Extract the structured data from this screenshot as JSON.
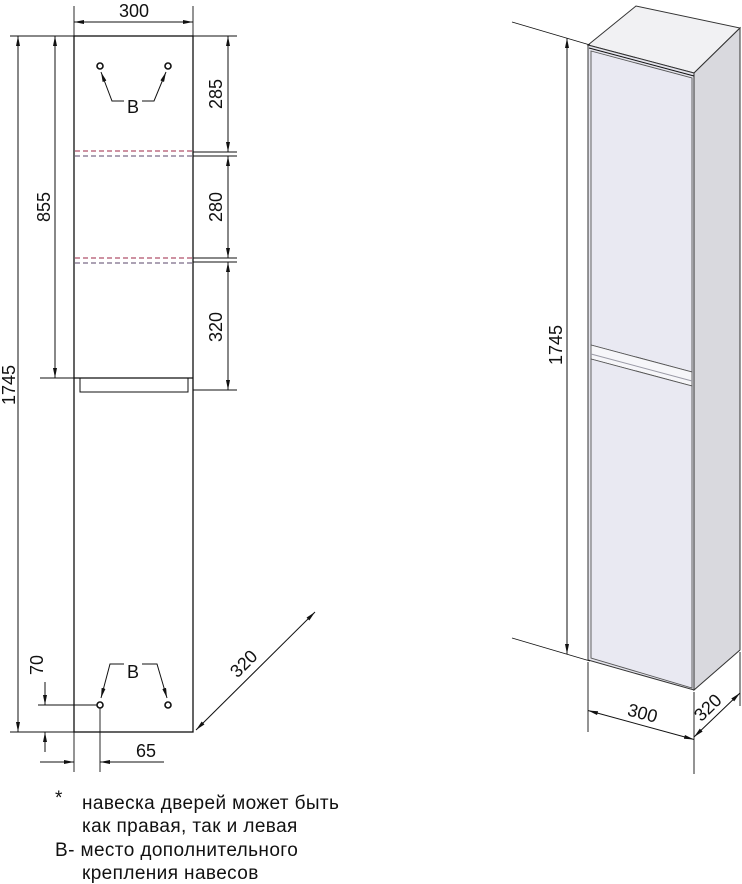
{
  "front_view": {
    "width": "300",
    "shelf_spacing": [
      "285",
      "280",
      "320"
    ],
    "upper_section_height": "855",
    "total_height": "1745",
    "hole_label_top": "В",
    "hole_label_bottom": "В",
    "hole_height": "70",
    "hole_offset": "65",
    "depth": "320"
  },
  "perspective_view": {
    "height": "1745",
    "width": "300",
    "depth": "320"
  },
  "notes": {
    "note1_marker": "*",
    "note1_line1": "навеска дверей может быть",
    "note1_line2": "как правая, так и левая",
    "note2_line1": "В- место дополнительного",
    "note2_line2": "крепления навесов"
  },
  "colors": {
    "line": "#111111",
    "shelf_dashes": "#b0506a",
    "shelf_dashes_alt": "#7a6a86",
    "front_face": "#e4e4ec",
    "door_face": "#e9e9f2",
    "side_face": "#d9d9de",
    "top_face": "#f1f1f3"
  }
}
